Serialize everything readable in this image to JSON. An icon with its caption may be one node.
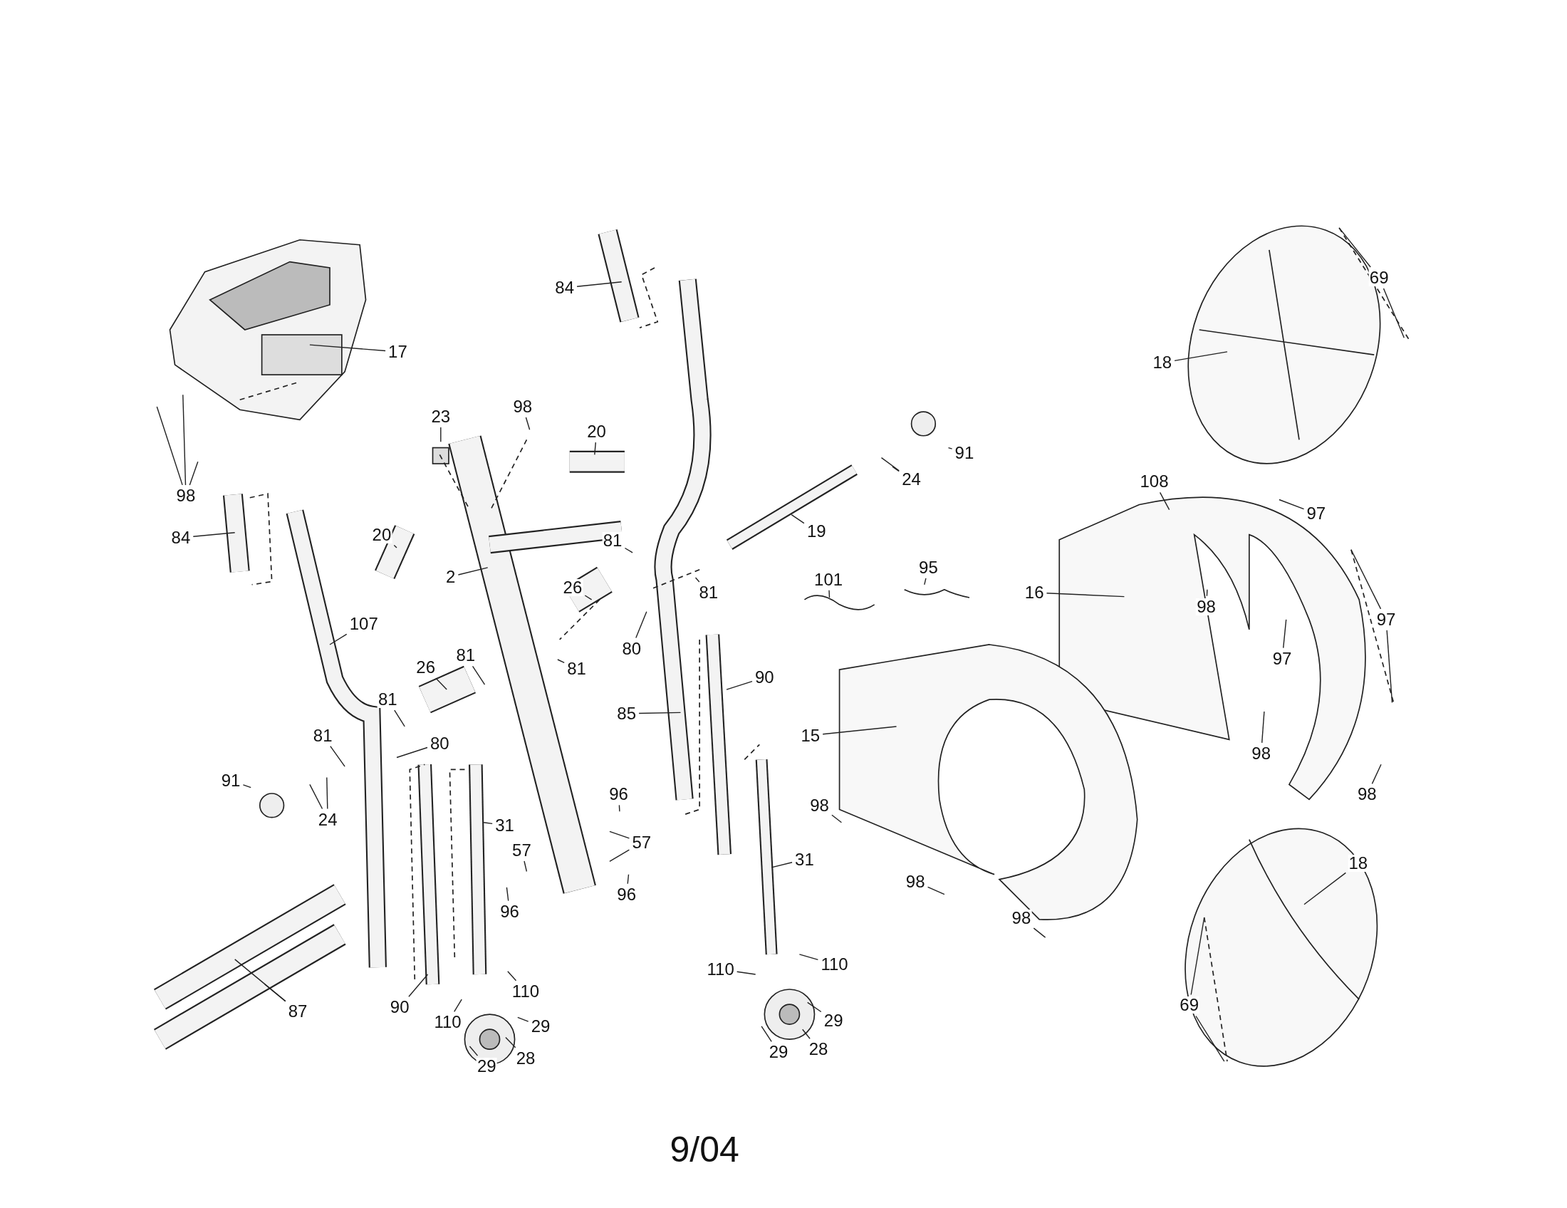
{
  "diagram": {
    "nodes": [
      {
        "text": [
          "69"
        ]
      },
      {
        "text": [
          "84"
        ]
      },
      {
        "text": [
          "17"
        ]
      },
      {
        "text": [
          "18"
        ]
      },
      {
        "text": [
          "98"
        ]
      },
      {
        "text": [
          "23"
        ]
      },
      {
        "text": [
          "20"
        ]
      },
      {
        "text": [
          "91"
        ]
      },
      {
        "text": [
          "24"
        ]
      },
      {
        "text": [
          "98"
        ]
      },
      {
        "text": [
          "108"
        ]
      },
      {
        "text": [
          "97"
        ]
      },
      {
        "text": [
          "84"
        ]
      },
      {
        "text": [
          "20"
        ]
      },
      {
        "text": [
          "19"
        ]
      },
      {
        "text": [
          "2"
        ]
      },
      {
        "text": [
          "81"
        ]
      },
      {
        "text": [
          "101"
        ]
      },
      {
        "text": [
          "95"
        ]
      },
      {
        "text": [
          "16"
        ]
      },
      {
        "text": [
          "26"
        ]
      },
      {
        "text": [
          "81"
        ]
      },
      {
        "text": [
          "98"
        ]
      },
      {
        "text": [
          "97"
        ]
      },
      {
        "text": [
          "107"
        ]
      },
      {
        "text": [
          "80"
        ]
      },
      {
        "text": [
          "81"
        ]
      },
      {
        "text": [
          "97"
        ]
      },
      {
        "text": [
          "81"
        ]
      },
      {
        "text": [
          "26"
        ]
      },
      {
        "text": [
          "90"
        ]
      },
      {
        "text": [
          "85"
        ]
      },
      {
        "text": [
          "15"
        ]
      },
      {
        "text": [
          "81"
        ]
      },
      {
        "text": [
          "80"
        ]
      },
      {
        "text": [
          "81"
        ]
      },
      {
        "text": [
          "98"
        ]
      },
      {
        "text": [
          "91"
        ]
      },
      {
        "text": [
          "98"
        ]
      },
      {
        "text": [
          "24"
        ]
      },
      {
        "text": [
          "96"
        ]
      },
      {
        "text": [
          "31"
        ]
      },
      {
        "text": [
          "98"
        ]
      },
      {
        "text": [
          "57"
        ]
      },
      {
        "text": [
          "57"
        ]
      },
      {
        "text": [
          "31"
        ]
      },
      {
        "text": [
          "18"
        ]
      },
      {
        "text": [
          "98"
        ]
      },
      {
        "text": [
          "96"
        ]
      },
      {
        "text": [
          "96"
        ]
      },
      {
        "text": [
          "98"
        ]
      },
      {
        "text": [
          "110"
        ]
      },
      {
        "text": [
          "110"
        ]
      },
      {
        "text": [
          "110"
        ]
      },
      {
        "text": [
          "90"
        ]
      },
      {
        "text": [
          "87"
        ]
      },
      {
        "text": [
          "69"
        ]
      },
      {
        "text": [
          "29"
        ]
      },
      {
        "text": [
          "29"
        ]
      },
      {
        "text": [
          "110"
        ]
      },
      {
        "text": [
          "28"
        ]
      },
      {
        "text": [
          "29"
        ]
      },
      {
        "text": [
          "28"
        ]
      },
      {
        "text": [
          "29"
        ]
      }
    ],
    "edges": [
      {
        "from": 0,
        "to": null,
        "arrow": "none"
      },
      {
        "from": 0,
        "to": null,
        "arrow": "none"
      },
      {
        "from": 1,
        "to": null,
        "arrow": "none"
      },
      {
        "from": 2,
        "to": null,
        "arrow": "none"
      },
      {
        "from": 3,
        "to": null,
        "arrow": "none"
      },
      {
        "from": 4,
        "to": null,
        "arrow": "none"
      },
      {
        "from": 5,
        "to": null,
        "arrow": "none"
      },
      {
        "from": 6,
        "to": null,
        "arrow": "none"
      },
      {
        "from": 7,
        "to": null,
        "arrow": "none"
      },
      {
        "from": 8,
        "to": null,
        "arrow": "none"
      },
      {
        "from": 8,
        "to": null,
        "arrow": "none"
      },
      {
        "from": 9,
        "to": null,
        "arrow": "none"
      },
      {
        "from": 9,
        "to": null,
        "arrow": "none"
      },
      {
        "from": 9,
        "to": null,
        "arrow": "none"
      },
      {
        "from": 10,
        "to": null,
        "arrow": "none"
      },
      {
        "from": 11,
        "to": null,
        "arrow": "none"
      },
      {
        "from": 12,
        "to": null,
        "arrow": "none"
      },
      {
        "from": 13,
        "to": null,
        "arrow": "none"
      },
      {
        "from": 14,
        "to": null,
        "arrow": "none"
      },
      {
        "from": 15,
        "to": null,
        "arrow": "none"
      },
      {
        "from": 16,
        "to": null,
        "arrow": "none"
      },
      {
        "from": 17,
        "to": null,
        "arrow": "none"
      },
      {
        "from": 18,
        "to": null,
        "arrow": "none"
      },
      {
        "from": 19,
        "to": null,
        "arrow": "none"
      },
      {
        "from": 20,
        "to": null,
        "arrow": "none"
      },
      {
        "from": 21,
        "to": null,
        "arrow": "none"
      },
      {
        "from": 22,
        "to": null,
        "arrow": "none"
      },
      {
        "from": 23,
        "to": null,
        "arrow": "none"
      },
      {
        "from": 23,
        "to": null,
        "arrow": "none"
      },
      {
        "from": 24,
        "to": null,
        "arrow": "none"
      },
      {
        "from": 25,
        "to": null,
        "arrow": "none"
      },
      {
        "from": 26,
        "to": null,
        "arrow": "none"
      },
      {
        "from": 27,
        "to": null,
        "arrow": "none"
      },
      {
        "from": 28,
        "to": null,
        "arrow": "none"
      },
      {
        "from": 29,
        "to": null,
        "arrow": "none"
      },
      {
        "from": 30,
        "to": null,
        "arrow": "none"
      },
      {
        "from": 31,
        "to": null,
        "arrow": "none"
      },
      {
        "from": 32,
        "to": null,
        "arrow": "none"
      },
      {
        "from": 33,
        "to": null,
        "arrow": "none"
      },
      {
        "from": 34,
        "to": null,
        "arrow": "none"
      },
      {
        "from": 35,
        "to": null,
        "arrow": "none"
      },
      {
        "from": 36,
        "to": null,
        "arrow": "none"
      },
      {
        "from": 37,
        "to": null,
        "arrow": "none"
      },
      {
        "from": 38,
        "to": null,
        "arrow": "none"
      },
      {
        "from": 39,
        "to": null,
        "arrow": "none"
      },
      {
        "from": 39,
        "to": null,
        "arrow": "none"
      },
      {
        "from": 40,
        "to": null,
        "arrow": "none"
      },
      {
        "from": 41,
        "to": null,
        "arrow": "none"
      },
      {
        "from": 42,
        "to": null,
        "arrow": "none"
      },
      {
        "from": 43,
        "to": null,
        "arrow": "none"
      },
      {
        "from": 43,
        "to": null,
        "arrow": "none"
      },
      {
        "from": 44,
        "to": null,
        "arrow": "none"
      },
      {
        "from": 45,
        "to": null,
        "arrow": "none"
      },
      {
        "from": 46,
        "to": null,
        "arrow": "none"
      },
      {
        "from": 47,
        "to": null,
        "arrow": "none"
      },
      {
        "from": 48,
        "to": null,
        "arrow": "none"
      },
      {
        "from": 49,
        "to": null,
        "arrow": "none"
      },
      {
        "from": 50,
        "to": null,
        "arrow": "none"
      },
      {
        "from": 51,
        "to": null,
        "arrow": "none"
      },
      {
        "from": 52,
        "to": null,
        "arrow": "none"
      },
      {
        "from": 53,
        "to": null,
        "arrow": "none"
      },
      {
        "from": 54,
        "to": null,
        "arrow": "none"
      },
      {
        "from": 55,
        "to": null,
        "arrow": "none"
      },
      {
        "from": 55,
        "to": null,
        "arrow": "none"
      },
      {
        "from": 56,
        "to": null,
        "arrow": "none"
      },
      {
        "from": 56,
        "to": null,
        "arrow": "none"
      },
      {
        "from": 57,
        "to": null,
        "arrow": "none"
      },
      {
        "from": 58,
        "to": null,
        "arrow": "none"
      },
      {
        "from": 59,
        "to": null,
        "arrow": "none"
      },
      {
        "from": 60,
        "to": null,
        "arrow": "none"
      },
      {
        "from": 61,
        "to": null,
        "arrow": "none"
      },
      {
        "from": 62,
        "to": null,
        "arrow": "none"
      },
      {
        "from": 63,
        "to": null,
        "arrow": "none"
      }
    ],
    "labels": [
      "9/04"
    ]
  }
}
